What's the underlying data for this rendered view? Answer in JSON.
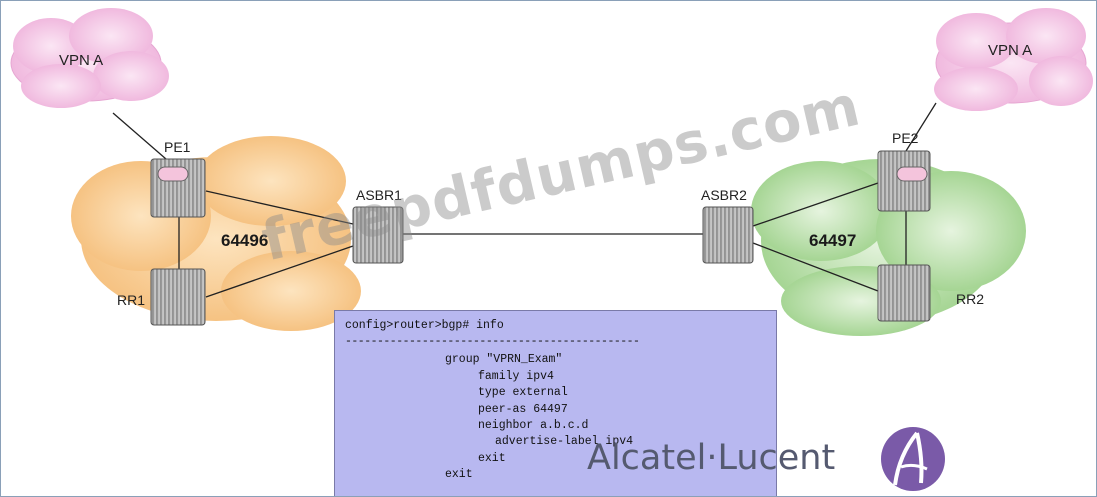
{
  "clouds": {
    "left_label": "VPN A",
    "right_label": "VPN A"
  },
  "routers": {
    "pe1": "PE1",
    "rr1": "RR1",
    "asbr1": "ASBR1",
    "asbr2": "ASBR2",
    "pe2": "PE2",
    "rr2": "RR2"
  },
  "autonomous_systems": {
    "left": "64496",
    "right": "64497"
  },
  "config": {
    "prompt": "config>router>bgp# info",
    "separator": "----------------------------------------------",
    "lines": [
      "group \"VPRN_Exam\"",
      "family ipv4",
      "type external",
      "peer-as 64497",
      "neighbor a.b.c.d",
      "advertise-label ipv4",
      "exit",
      "exit"
    ]
  },
  "watermark": "freepdfdumps.com",
  "brand": {
    "name": "Alcatel·Lucent"
  },
  "colors": {
    "as_left_cloud": "#f8c98a",
    "as_right_cloud": "#a8d89a",
    "vpn_cloud": "#f4c4e4",
    "config_bg": "#b8b8f0",
    "brand_purple": "#7a5aa8"
  }
}
